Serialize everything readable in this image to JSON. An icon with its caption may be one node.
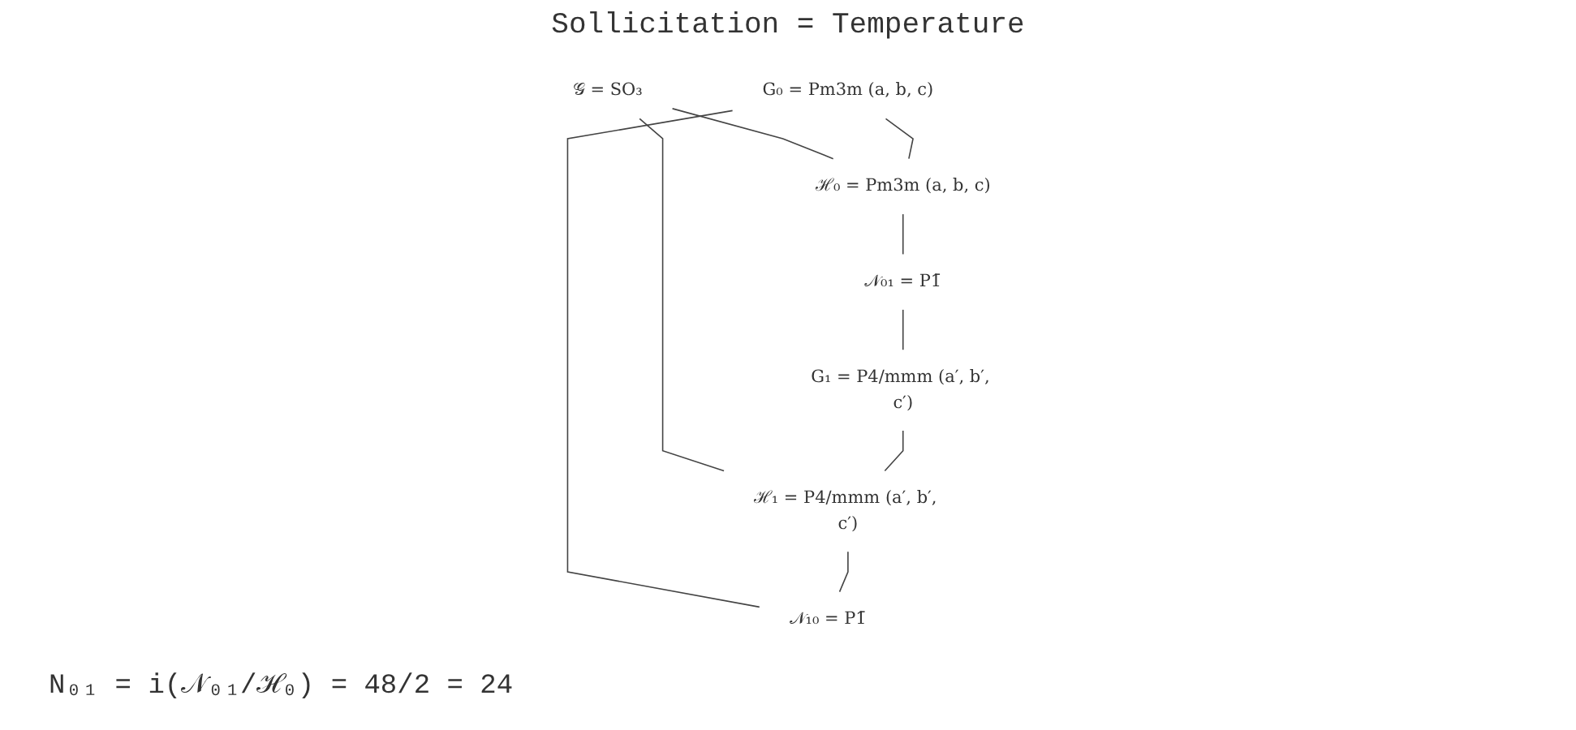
{
  "diagram": {
    "title": "Sollicitation = Temperature",
    "nodes": [
      {
        "text": [
          "𝒢 = SO₃"
        ]
      },
      {
        "text": [
          "G₀ = Pm3m (a, b, c)"
        ]
      },
      {
        "text": [
          "ℋ₀ = Pm3m (a, b, c)"
        ]
      },
      {
        "text": [
          "𝒩₀₁ = P1̄"
        ]
      },
      {
        "text": [
          "G₁ = P4/mmm (a′, b′, c′)"
        ]
      },
      {
        "text": [
          "ℋ₁ = P4/mmm (a′, b′, c′)"
        ]
      },
      {
        "text": [
          "𝒩₁₀ = P1̄"
        ]
      }
    ],
    "edges": [
      {
        "from": 0,
        "to": 2,
        "arrow": "none"
      },
      {
        "from": 0,
        "to": 5,
        "arrow": "none"
      },
      {
        "from": 1,
        "to": 6,
        "arrow": "none"
      },
      {
        "from": 3,
        "to": 4,
        "arrow": "none"
      },
      {
        "from": 1,
        "to": 2,
        "arrow": "none"
      },
      {
        "from": 2,
        "to": 3,
        "arrow": "none"
      },
      {
        "from": 4,
        "to": 5,
        "arrow": "none"
      },
      {
        "from": 5,
        "to": 6,
        "arrow": "none"
      }
    ],
    "labels": [
      "N₀₁ = i(𝒩₀₁/ℋ₀) = 48/2 = 24"
    ]
  }
}
